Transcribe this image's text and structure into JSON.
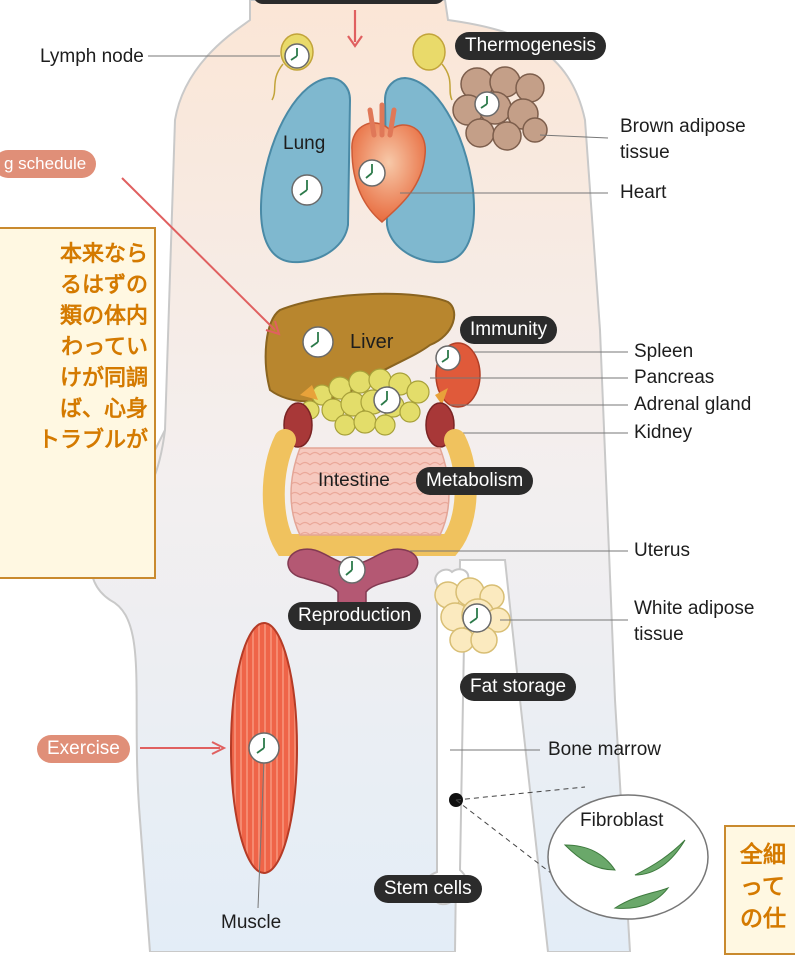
{
  "labels": {
    "lymph_node": "Lymph node",
    "lung": "Lung",
    "brown_adipose_1": "Brown adipose",
    "brown_adipose_2": "tissue",
    "heart": "Heart",
    "liver": "Liver",
    "spleen": "Spleen",
    "pancreas": "Pancreas",
    "adrenal_gland": "Adrenal gland",
    "kidney": "Kidney",
    "intestine": "Intestine",
    "uterus": "Uterus",
    "white_adipose_1": "White adipose",
    "white_adipose_2": "tissue",
    "bone_marrow": "Bone marrow",
    "fibroblast": "Fibroblast",
    "muscle": "Muscle"
  },
  "badges": {
    "thermogenesis": "Thermogenesis",
    "schedule": "g schedule",
    "immunity": "Immunity",
    "metabolism": "Metabolism",
    "reproduction": "Reproduction",
    "fat_storage": "Fat storage",
    "exercise": "Exercise",
    "stem_cells": "Stem cells"
  },
  "callout_left": [
    "本来なら",
    "るはずの",
    "類の体内",
    "わってい",
    "けが同調",
    "ば、心身",
    "トラブルが"
  ],
  "callout_right": [
    "全細",
    "って",
    "の仕"
  ],
  "colors": {
    "lung": "#7fb8cf",
    "liver": "#b8862e",
    "pancreas": "#e3dd6a",
    "muscle": "#ef6448",
    "intestine": "#f6c9bf",
    "badge_dark": "#2b2b2b",
    "badge_peach": "#e08f78",
    "callout_text": "#d47a00",
    "arrow": "#e06060"
  },
  "icons": [
    "clock-icon",
    "arrow-down-icon"
  ]
}
